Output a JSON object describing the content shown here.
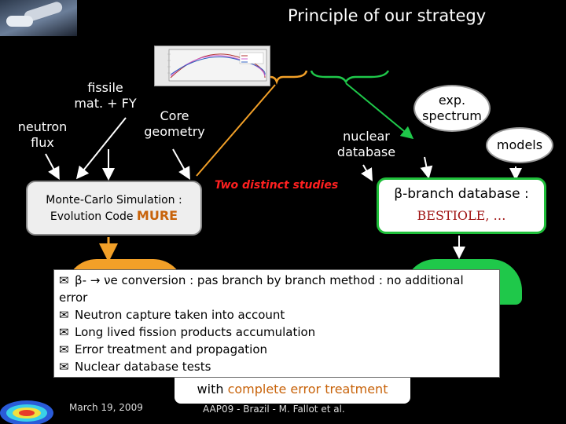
{
  "slide": {
    "title": "Principle of our strategy"
  },
  "labels": {
    "fissile": "fissile\nmat. + FY",
    "neutron_flux": "neutron\nflux",
    "core_geometry": "Core\ngeometry",
    "nuclear_database": "nuclear\ndatabase",
    "exp_spectrum": "exp.\nspectrum",
    "models": "models",
    "two_studies": "Two distinct studies"
  },
  "mc_box": {
    "line1": "Monte-Carlo Simulation :",
    "line2_prefix": "Evolution Code ",
    "line2_code": "MURE"
  },
  "beta_box": {
    "line1": "β-branch database :",
    "line2": "BESTIOLE, …"
  },
  "info_box": {
    "line1": "β- → νe conversion : pas branch by branch method : no additional",
    "line1b": "error",
    "items": [
      "Neutron capture taken into account",
      "Long lived fission products accumulation",
      "Error treatment and propagation",
      "Nuclear database tests"
    ]
  },
  "bottom_box": {
    "line2_prefix": "with ",
    "line2_accent": "complete error treatment"
  },
  "footer": {
    "date": "March 19, 2009",
    "text": "AAP09 - Brazil - M. Fallot et al."
  },
  "colors": {
    "accent_orange": "#f2a028",
    "accent_green": "#1fc84a",
    "accent_red": "#ff2020",
    "mure_orange": "#c8630a",
    "bestiole_red": "#a01414"
  }
}
